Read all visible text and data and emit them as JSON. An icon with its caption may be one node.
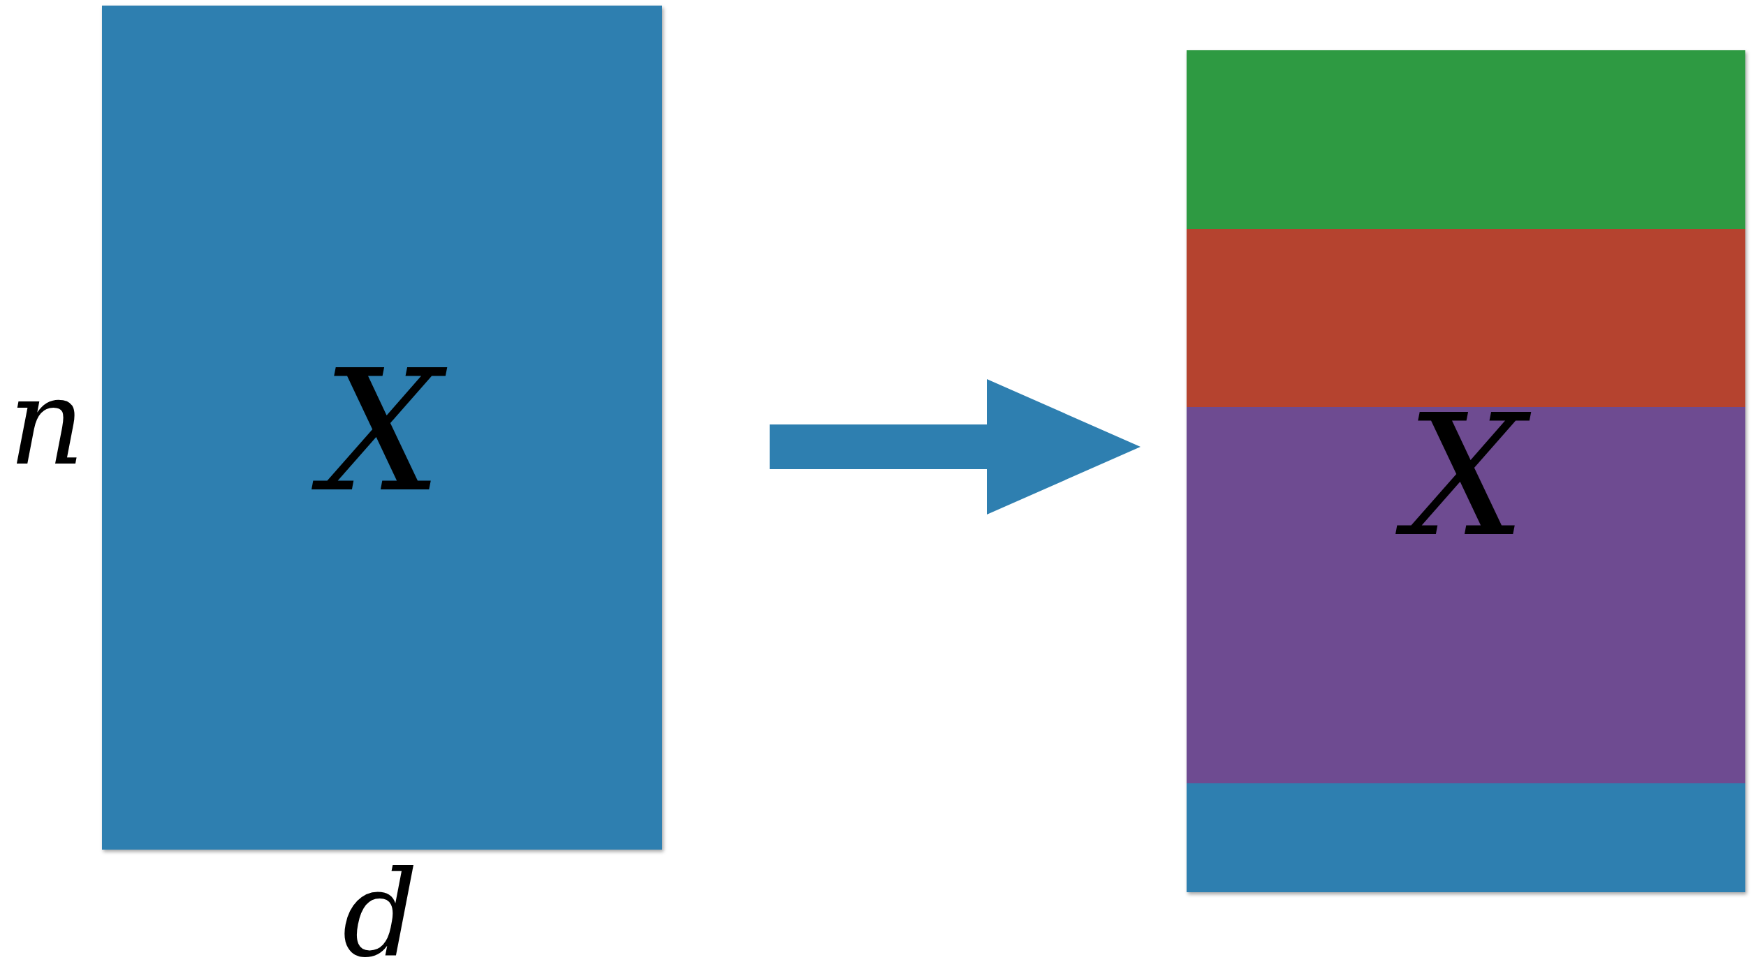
{
  "diagram": {
    "nodes": [
      {
        "text": [
          "X"
        ],
        "beside": [
          "n",
          "d"
        ]
      },
      {
        "text": [
          "X"
        ]
      }
    ],
    "edges": [
      {
        "from": 0,
        "to": 1,
        "arrow": "to"
      }
    ]
  }
}
